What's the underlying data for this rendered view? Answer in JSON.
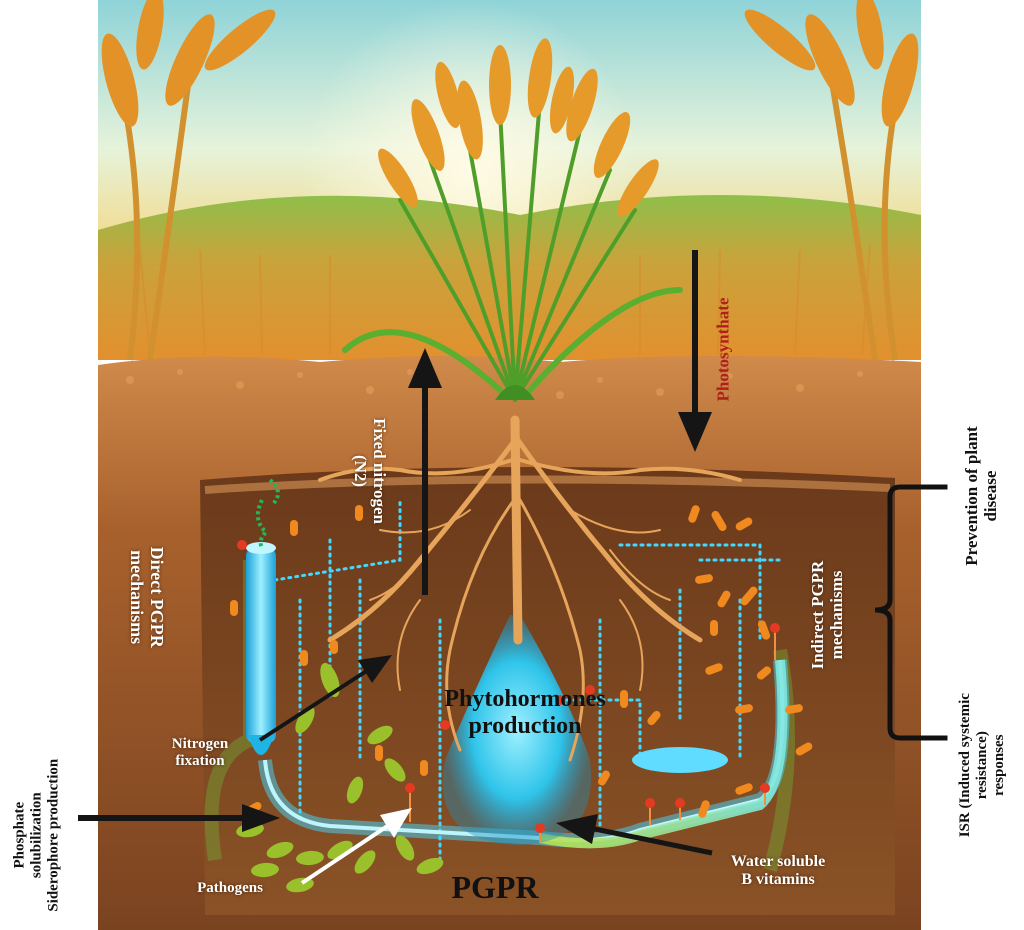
{
  "labels": {
    "photosynthate": "Photosynthate",
    "fixed_nitrogen_1": "Fixed nitrogen",
    "fixed_nitrogen_2": "(N2)",
    "direct_1": "Direct PGPR",
    "direct_2": "mechanisms",
    "indirect_1": "Indirect PGPR",
    "indirect_2": "mechanisms",
    "prevention_1": "Prevention of plant",
    "prevention_2": "disease",
    "isr_1": "ISR (Induced systemic",
    "isr_2": "resistance)",
    "isr_3": "responses",
    "phosphate_1": "Phosphate",
    "phosphate_2": "solubilization",
    "phosphate_3": "Siderophore production",
    "nitrogen_fixation_1": "Nitrogen",
    "nitrogen_fixation_2": "fixation",
    "phytohormones_1": "Phytohormones",
    "phytohormones_2": "production",
    "pathogens": "Pathogens",
    "pgpr": "PGPR",
    "vitamins_1": "Water soluble",
    "vitamins_2": "B vitamins"
  },
  "colors": {
    "sky": "#bfe6dd",
    "wheat": "#e69a2a",
    "soil_top": "#c8763a",
    "soil_deep": "#7a4320",
    "rhizosphere": "#1fc8ee",
    "root": "#e9a85a",
    "arrow": "#1a1a1a"
  }
}
